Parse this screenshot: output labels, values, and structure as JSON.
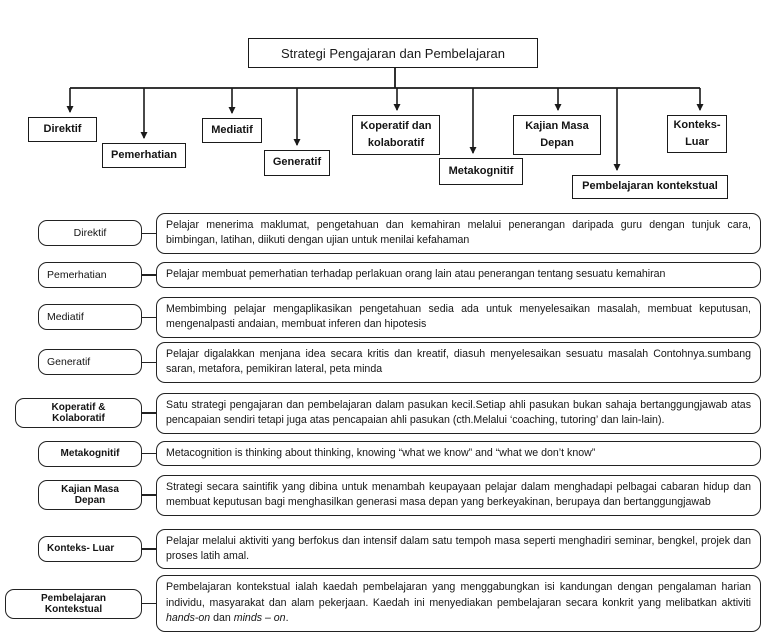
{
  "title": "Strategi Pengajaran dan Pembelajaran",
  "flowchart": {
    "nodes": [
      {
        "label": "Direktif"
      },
      {
        "label": "Pemerhatian"
      },
      {
        "label": "Mediatif"
      },
      {
        "label": "Generatif"
      },
      {
        "label": "Koperatif dan\nkolaboratif"
      },
      {
        "label": "Metakognitif"
      },
      {
        "label": "Kajian Masa\nDepan"
      },
      {
        "label": "Pembelajaran kontekstual"
      },
      {
        "label": "Konteks-\nLuar"
      }
    ]
  },
  "rows": [
    {
      "label": "Direktif",
      "desc": "Pelajar menerima maklumat, pengetahuan dan kemahiran melalui penerangan daripada guru dengan tunjuk cara, bimbingan, latihan, diikuti dengan ujian untuk menilai kefahaman"
    },
    {
      "label": "Pemerhatian",
      "desc": "Pelajar membuat pemerhatian terhadap perlakuan orang lain atau penerangan tentang sesuatu kemahiran"
    },
    {
      "label": "Mediatif",
      "desc": "Membimbing pelajar mengaplikasikan pengetahuan sedia ada untuk menyelesaikan masalah, membuat keputusan, mengenalpasti andaian, membuat inferen dan hipotesis"
    },
    {
      "label": "Generatif",
      "desc": "Pelajar digalakkan menjana idea secara kritis dan kreatif, diasuh menyelesaikan sesuatu masalah Contohnya.sumbang saran, metafora, pemikiran lateral, peta minda"
    },
    {
      "label": "Koperatif & Kolaboratif",
      "desc": "Satu strategi pengajaran dan pembelajaran dalam pasukan kecil.Setiap ahli pasukan bukan sahaja bertanggungjawab atas pencapaian sendiri tetapi juga atas pencapaian ahli pasukan (cth.Melalui ‘coaching, tutoring’ dan lain-lain)."
    },
    {
      "label": "Metakognitif",
      "desc": "Metacognition is thinking about thinking, knowing “what we know” and “what we don’t know”"
    },
    {
      "label": "Kajian Masa Depan",
      "desc": "Strategi secara saintifik yang dibina untuk menambah keupayaan pelajar dalam menghadapi pelbagai cabaran hidup dan membuat keputusan bagi menghasilkan generasi masa depan yang berkeyakinan, berupaya dan bertanggungjawab"
    },
    {
      "label": "Konteks- Luar",
      "desc": "Pelajar melalui aktiviti yang berfokus dan intensif dalam satu tempoh masa seperti menghadiri seminar, bengkel, projek dan proses latih amal."
    },
    {
      "label": "Pembelajaran Kontekstual",
      "desc_a": "Pembelajaran kontekstual ialah kaedah pembelajaran yang menggabungkan isi kandungan dengan pengalaman harian individu, masyarakat dan alam pekerjaan. Kaedah ini menyediakan pembelajaran secara konkrit yang melibatkan aktiviti ",
      "desc_b": "hands-on",
      "desc_c": " dan ",
      "desc_d": "minds – on",
      "desc_e": "."
    }
  ],
  "colors": {
    "ink": "#1a1a1a",
    "background": "#ffffff"
  }
}
